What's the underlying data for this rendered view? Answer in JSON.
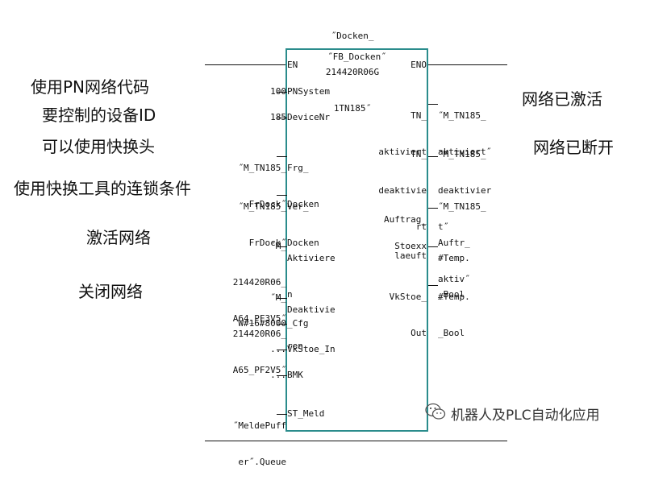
{
  "instance": {
    "lines": [
      "˝Docken_",
      "214420R06G",
      "1TN185˝"
    ]
  },
  "fb_type": "˝FB_Docken˝",
  "en": {
    "in_label": "EN",
    "out_label": "ENO"
  },
  "inputs": [
    {
      "pin": [
        "PNSystem"
      ],
      "actual": [
        "100"
      ]
    },
    {
      "pin": [
        "DeviceNr"
      ],
      "actual": [
        "185"
      ]
    },
    {
      "pin": [
        "Frg_",
        "Docken"
      ],
      "actual": [
        "˝M_TN185_",
        "FrDock˝"
      ]
    },
    {
      "pin": [
        "Ver_",
        "Docken"
      ],
      "actual": [
        "˝M_TN185_",
        "FrDock˝"
      ]
    },
    {
      "pin": [
        "Aktiviere",
        "n"
      ],
      "actual": [
        "˝M_",
        "214420R06_",
        "A64_PF3V5˝"
      ]
    },
    {
      "pin": [
        "Deaktivie",
        "ren"
      ],
      "actual": [
        "˝M_",
        "214420R06_",
        "A65_PF2V5˝"
      ]
    },
    {
      "pin": [
        "_Cfg"
      ],
      "actual": [
        "W#16#8000"
      ]
    },
    {
      "pin": [
        "VkStoe_In"
      ],
      "actual": [
        "..."
      ]
    },
    {
      "pin": [
        "BMK"
      ],
      "actual": [
        "..."
      ]
    },
    {
      "pin": [
        "ST_Meld"
      ],
      "actual": [
        "˝MeldePuff",
        "er˝.Queue"
      ]
    }
  ],
  "outputs": [
    {
      "pin": [
        "TN_",
        "aktiviert"
      ],
      "actual": [
        "˝M_TN185_",
        "aktiviert˝"
      ]
    },
    {
      "pin": [
        "TN_",
        "deaktivie",
        "rt"
      ],
      "actual": [
        "˝M_TN185_",
        "deaktivier",
        "t˝"
      ]
    },
    {
      "pin": [
        "Auftrag_",
        "laeuft"
      ],
      "actual": [
        "˝M_TN185_",
        "Auftr_",
        "aktiv˝"
      ]
    },
    {
      "pin": [
        "Stoexx"
      ],
      "actual": [
        "#Temp.",
        "_Bool"
      ]
    },
    {
      "pin": [
        "VkStoe_",
        "Out"
      ],
      "actual": [
        "#Temp.",
        "_Bool"
      ]
    }
  ],
  "annotations": {
    "left": [
      "使用PN网络代码",
      "要控制的设备ID",
      "可以使用快换头",
      "使用快换工具的连锁条件",
      "激活网络",
      "关闭网络"
    ],
    "right": [
      "网络已激活",
      "网络已断开"
    ]
  },
  "watermark": {
    "text": "机器人及PLC自动化应用",
    "icon": "wechat-icon"
  },
  "colors": {
    "box_border": "#2a8c8c",
    "text": "#111111"
  }
}
